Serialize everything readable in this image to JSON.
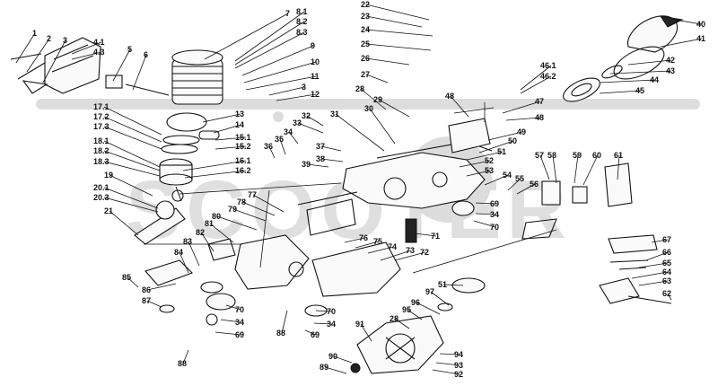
{
  "watermark": {
    "text": "SCOOTER"
  },
  "labels": [
    {
      "id": "p1",
      "text": "1"
    },
    {
      "id": "p2",
      "text": "2"
    },
    {
      "id": "p3",
      "text": "3"
    },
    {
      "id": "p41",
      "text": "4.1"
    },
    {
      "id": "p43",
      "text": "4.3"
    },
    {
      "id": "p5",
      "text": "5"
    },
    {
      "id": "p6",
      "text": "6"
    },
    {
      "id": "p7",
      "text": "7"
    },
    {
      "id": "p81",
      "text": "8.1"
    },
    {
      "id": "p82",
      "text": "8.2"
    },
    {
      "id": "p83",
      "text": "8.3"
    },
    {
      "id": "p9",
      "text": "9"
    },
    {
      "id": "p10",
      "text": "10"
    },
    {
      "id": "p11",
      "text": "11"
    },
    {
      "id": "p3b",
      "text": "3"
    },
    {
      "id": "p12",
      "text": "12"
    },
    {
      "id": "p13",
      "text": "13"
    },
    {
      "id": "p14",
      "text": "14"
    },
    {
      "id": "p151",
      "text": "15.1"
    },
    {
      "id": "p152",
      "text": "15.2"
    },
    {
      "id": "p161",
      "text": "16.1"
    },
    {
      "id": "p162",
      "text": "16.2"
    },
    {
      "id": "p171",
      "text": "17.1"
    },
    {
      "id": "p172",
      "text": "17.2"
    },
    {
      "id": "p173",
      "text": "17.3"
    },
    {
      "id": "p181",
      "text": "18.1"
    },
    {
      "id": "p182",
      "text": "18.2"
    },
    {
      "id": "p183",
      "text": "18.3"
    },
    {
      "id": "p19",
      "text": "19"
    },
    {
      "id": "p201",
      "text": "20.1"
    },
    {
      "id": "p203",
      "text": "20.3"
    },
    {
      "id": "p21",
      "text": "21"
    },
    {
      "id": "p22",
      "text": "22"
    },
    {
      "id": "p23",
      "text": "23"
    },
    {
      "id": "p24",
      "text": "24"
    },
    {
      "id": "p25",
      "text": "25"
    },
    {
      "id": "p26",
      "text": "26"
    },
    {
      "id": "p27",
      "text": "27"
    },
    {
      "id": "p28",
      "text": "28"
    },
    {
      "id": "p29",
      "text": "29"
    },
    {
      "id": "p30",
      "text": "30"
    },
    {
      "id": "p31",
      "text": "31"
    },
    {
      "id": "p32",
      "text": "32"
    },
    {
      "id": "p33",
      "text": "33"
    },
    {
      "id": "p34",
      "text": "34"
    },
    {
      "id": "p35",
      "text": "35"
    },
    {
      "id": "p36",
      "text": "36"
    },
    {
      "id": "p37",
      "text": "37"
    },
    {
      "id": "p38",
      "text": "38"
    },
    {
      "id": "p39",
      "text": "39"
    },
    {
      "id": "p40",
      "text": "40"
    },
    {
      "id": "p41b",
      "text": "41"
    },
    {
      "id": "p42",
      "text": "42"
    },
    {
      "id": "p43b",
      "text": "43"
    },
    {
      "id": "p44",
      "text": "44"
    },
    {
      "id": "p45",
      "text": "45"
    },
    {
      "id": "p461",
      "text": "46.1"
    },
    {
      "id": "p462",
      "text": "46.2"
    },
    {
      "id": "p47",
      "text": "47"
    },
    {
      "id": "p48",
      "text": "48"
    },
    {
      "id": "p48b",
      "text": "48"
    },
    {
      "id": "p49",
      "text": "49"
    },
    {
      "id": "p50",
      "text": "50"
    },
    {
      "id": "p51",
      "text": "51"
    },
    {
      "id": "p52",
      "text": "52"
    },
    {
      "id": "p53",
      "text": "53"
    },
    {
      "id": "p54",
      "text": "54"
    },
    {
      "id": "p55",
      "text": "55"
    },
    {
      "id": "p56",
      "text": "56"
    },
    {
      "id": "p57",
      "text": "57"
    },
    {
      "id": "p58",
      "text": "58"
    },
    {
      "id": "p59",
      "text": "59"
    },
    {
      "id": "p60",
      "text": "60"
    },
    {
      "id": "p61",
      "text": "61"
    },
    {
      "id": "p69",
      "text": "69"
    },
    {
      "id": "p34b",
      "text": "34"
    },
    {
      "id": "p70",
      "text": "70"
    },
    {
      "id": "p71",
      "text": "71"
    },
    {
      "id": "p72",
      "text": "72"
    },
    {
      "id": "p73",
      "text": "73"
    },
    {
      "id": "p74",
      "text": "74"
    },
    {
      "id": "p75",
      "text": "75"
    },
    {
      "id": "p76",
      "text": "76"
    },
    {
      "id": "p77",
      "text": "77"
    },
    {
      "id": "p78",
      "text": "78"
    },
    {
      "id": "p79",
      "text": "79"
    },
    {
      "id": "p80",
      "text": "80"
    },
    {
      "id": "p81b",
      "text": "81"
    },
    {
      "id": "p82b",
      "text": "82"
    },
    {
      "id": "p83b",
      "text": "83"
    },
    {
      "id": "p84",
      "text": "84"
    },
    {
      "id": "p85",
      "text": "85"
    },
    {
      "id": "p86",
      "text": "86"
    },
    {
      "id": "p87",
      "text": "87"
    },
    {
      "id": "p70b",
      "text": "70"
    },
    {
      "id": "p34c",
      "text": "34"
    },
    {
      "id": "p69b",
      "text": "69"
    },
    {
      "id": "p88",
      "text": "88"
    },
    {
      "id": "p88b",
      "text": "88"
    },
    {
      "id": "p70c",
      "text": "70"
    },
    {
      "id": "p34d",
      "text": "34"
    },
    {
      "id": "p69c",
      "text": "69"
    },
    {
      "id": "p51b",
      "text": "51"
    },
    {
      "id": "p97",
      "text": "97"
    },
    {
      "id": "p96",
      "text": "96"
    },
    {
      "id": "p95",
      "text": "95"
    },
    {
      "id": "p28b",
      "text": "28"
    },
    {
      "id": "p91",
      "text": "91"
    },
    {
      "id": "p94",
      "text": "94"
    },
    {
      "id": "p93",
      "text": "93"
    },
    {
      "id": "p92",
      "text": "92"
    },
    {
      "id": "p90",
      "text": "90"
    },
    {
      "id": "p89",
      "text": "89"
    },
    {
      "id": "p67",
      "text": "67"
    },
    {
      "id": "p66",
      "text": "66"
    },
    {
      "id": "p65",
      "text": "65"
    },
    {
      "id": "p64",
      "text": "64"
    },
    {
      "id": "p63",
      "text": "63"
    },
    {
      "id": "p62",
      "text": "62"
    }
  ]
}
